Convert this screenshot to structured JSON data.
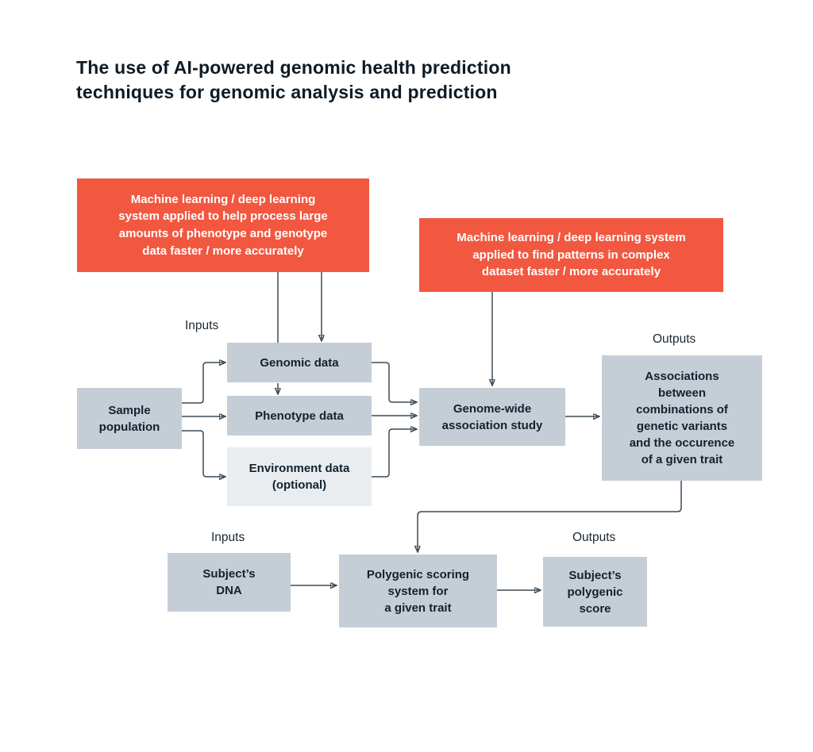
{
  "title": "The use of AI-powered genomic health prediction\ntechniques for genomic analysis and prediction",
  "callouts": {
    "process_large": "Machine learning / deep learning\nsystem applied to help process large\namounts of phenotype and genotype\ndata faster / more accurately",
    "find_patterns": "Machine learning / deep learning system\napplied to find patterns in complex\ndataset faster / more accurately"
  },
  "labels": {
    "inputs_top": "Inputs",
    "outputs_top": "Outputs",
    "inputs_bottom": "Inputs",
    "outputs_bottom": "Outputs"
  },
  "nodes": {
    "sample_population": "Sample\npopulation",
    "genomic_data": "Genomic data",
    "phenotype_data": "Phenotype data",
    "environment_data": "Environment data\n(optional)",
    "gwas": "Genome-wide\nassociation study",
    "associations": "Associations\nbetween\ncombinations of\ngenetic variants\nand the occurence\nof a given trait",
    "subjects_dna": "Subject’s\nDNA",
    "polygenic_scoring": "Polygenic scoring\nsystem for\na given trait",
    "polygenic_score": "Subject’s\npolygenic\nscore"
  },
  "colors": {
    "callout_bg": "#F2573F",
    "node_bg": "#C5CED7",
    "node_bg_light": "#E9EDF0",
    "text": "#13222D",
    "arrow": "#3F4A54",
    "background": "#FFFFFF"
  }
}
